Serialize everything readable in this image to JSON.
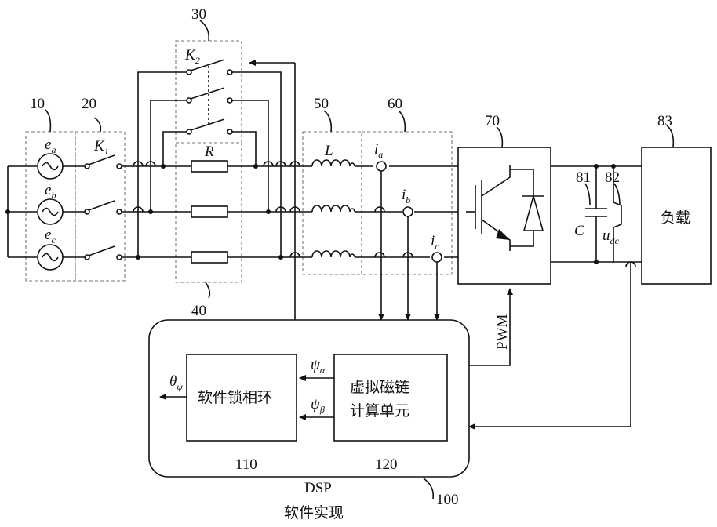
{
  "labels": {
    "n10": "10",
    "n20": "20",
    "n30": "30",
    "n40": "40",
    "n50": "50",
    "n60": "60",
    "n70": "70",
    "n81": "81",
    "n82": "82",
    "n83": "83",
    "n100": "100",
    "n110": "110",
    "n120": "120"
  },
  "sources": [
    {
      "sym": "e",
      "sub": "a"
    },
    {
      "sym": "e",
      "sub": "b"
    },
    {
      "sym": "e",
      "sub": "c"
    }
  ],
  "switch_k1": {
    "sym": "K",
    "sub": "1"
  },
  "switch_k2": {
    "sym": "K",
    "sub": "2"
  },
  "resistor": "R",
  "inductor": "L",
  "currents": [
    {
      "sym": "i",
      "sub": "a"
    },
    {
      "sym": "i",
      "sub": "b"
    },
    {
      "sym": "i",
      "sub": "c"
    }
  ],
  "capacitor": "C",
  "dc_voltage": {
    "sym": "u",
    "sub": "dc"
  },
  "load": "负载",
  "pwm": "PWM",
  "pll": "软件锁相环",
  "flux_unit": [
    "虚拟磁链",
    "计算单元"
  ],
  "psi_alpha": {
    "sym": "ψ",
    "sub": "α"
  },
  "psi_beta": {
    "sym": "ψ",
    "sub": "β"
  },
  "theta": {
    "sym": "θ",
    "sub": "ψ"
  },
  "dsp": "DSP",
  "dsp_caption": "软件实现"
}
